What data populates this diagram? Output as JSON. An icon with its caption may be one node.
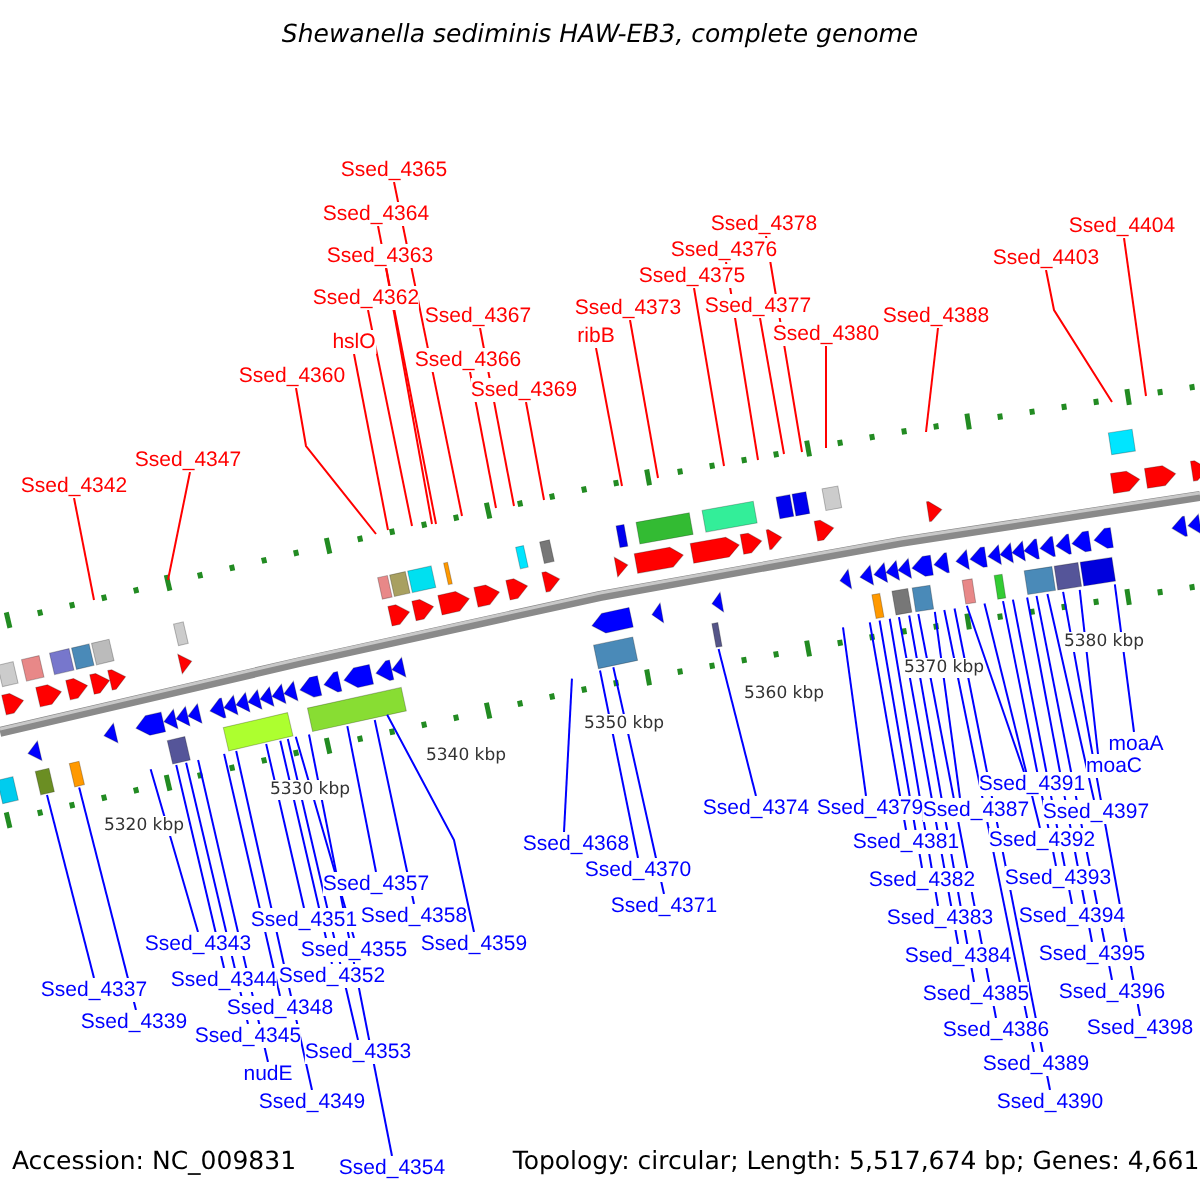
{
  "diagram": {
    "title": "Shewanella sediminis HAW-EB3, complete genome",
    "nodes": [
      {
        "text": [
          "Ssed_4365"
        ]
      },
      {
        "text": [
          "Ssed_4364"
        ]
      },
      {
        "text": [
          "Ssed_4378"
        ]
      },
      {
        "text": [
          "Ssed_4404"
        ]
      },
      {
        "text": [
          "Ssed_4376"
        ]
      },
      {
        "text": [
          "Ssed_4363"
        ]
      },
      {
        "text": [
          "Ssed_4403"
        ]
      },
      {
        "text": [
          "Ssed_4375"
        ]
      },
      {
        "text": [
          "Ssed_4362"
        ]
      },
      {
        "text": [
          "Ssed_4377"
        ]
      },
      {
        "text": [
          "Ssed_4373"
        ]
      },
      {
        "text": [
          "Ssed_4367"
        ]
      },
      {
        "text": [
          "Ssed_4388"
        ]
      },
      {
        "text": [
          "Ssed_4380"
        ]
      },
      {
        "text": [
          "ribB"
        ]
      },
      {
        "text": [
          "hslO"
        ]
      },
      {
        "text": [
          "Ssed_4366"
        ]
      },
      {
        "text": [
          "Ssed_4360"
        ]
      },
      {
        "text": [
          "Ssed_4369"
        ]
      },
      {
        "text": [
          "Ssed_4347"
        ]
      },
      {
        "text": [
          "Ssed_4342"
        ]
      },
      {
        "text": [
          "moaA"
        ]
      },
      {
        "text": [
          "moaC"
        ]
      },
      {
        "text": [
          "Ssed_4391"
        ]
      },
      {
        "text": [
          "Ssed_4374"
        ]
      },
      {
        "text": [
          "Ssed_4379"
        ]
      },
      {
        "text": [
          "Ssed_4387"
        ]
      },
      {
        "text": [
          "Ssed_4397"
        ]
      },
      {
        "text": [
          "Ssed_4392"
        ]
      },
      {
        "text": [
          "Ssed_4381"
        ]
      },
      {
        "text": [
          "Ssed_4368"
        ]
      },
      {
        "text": [
          "Ssed_4370"
        ]
      },
      {
        "text": [
          "Ssed_4393"
        ]
      },
      {
        "text": [
          "Ssed_4382"
        ]
      },
      {
        "text": [
          "Ssed_4357"
        ]
      },
      {
        "text": [
          "Ssed_4371"
        ]
      },
      {
        "text": [
          "Ssed_4351"
        ]
      },
      {
        "text": [
          "Ssed_4358"
        ]
      },
      {
        "text": [
          "Ssed_4383"
        ]
      },
      {
        "text": [
          "Ssed_4394"
        ]
      },
      {
        "text": [
          "Ssed_4343"
        ]
      },
      {
        "text": [
          "Ssed_4359"
        ]
      },
      {
        "text": [
          "Ssed_4355"
        ]
      },
      {
        "text": [
          "Ssed_4384"
        ]
      },
      {
        "text": [
          "Ssed_4395"
        ]
      },
      {
        "text": [
          "Ssed_4352"
        ]
      },
      {
        "text": [
          "Ssed_4344"
        ]
      },
      {
        "text": [
          "Ssed_4337"
        ]
      },
      {
        "text": [
          "Ssed_4385"
        ]
      },
      {
        "text": [
          "Ssed_4396"
        ]
      },
      {
        "text": [
          "Ssed_4348"
        ]
      },
      {
        "text": [
          "Ssed_4339"
        ]
      },
      {
        "text": [
          "Ssed_4398"
        ]
      },
      {
        "text": [
          "Ssed_4386"
        ]
      },
      {
        "text": [
          "Ssed_4345"
        ]
      },
      {
        "text": [
          "Ssed_4353"
        ]
      },
      {
        "text": [
          "Ssed_4389"
        ]
      },
      {
        "text": [
          "nudE"
        ]
      },
      {
        "text": [
          "Ssed_4349"
        ]
      },
      {
        "text": [
          "Ssed_4390"
        ]
      },
      {
        "text": [
          "Ssed_4354"
        ]
      }
    ],
    "edges": [
      {
        "from": 0,
        "to": null,
        "arrow": "none",
        "color": "#ff0000"
      },
      {
        "from": 1,
        "to": null,
        "arrow": "none",
        "color": "#ff0000"
      },
      {
        "from": 2,
        "to": null,
        "arrow": "none",
        "color": "#ff0000"
      },
      {
        "from": 3,
        "to": null,
        "arrow": "none",
        "color": "#ff0000"
      },
      {
        "from": 4,
        "to": null,
        "arrow": "none",
        "color": "#ff0000"
      },
      {
        "from": 5,
        "to": null,
        "arrow": "none",
        "color": "#ff0000"
      },
      {
        "from": 6,
        "to": null,
        "arrow": "none",
        "color": "#ff0000"
      },
      {
        "from": 7,
        "to": null,
        "arrow": "none",
        "color": "#ff0000"
      },
      {
        "from": 8,
        "to": null,
        "arrow": "none",
        "color": "#ff0000"
      },
      {
        "from": 9,
        "to": null,
        "arrow": "none",
        "color": "#ff0000"
      },
      {
        "from": 10,
        "to": null,
        "arrow": "none",
        "color": "#ff0000"
      },
      {
        "from": 11,
        "to": null,
        "arrow": "none",
        "color": "#ff0000"
      },
      {
        "from": 12,
        "to": null,
        "arrow": "none",
        "color": "#ff0000"
      },
      {
        "from": 13,
        "to": null,
        "arrow": "none",
        "color": "#ff0000"
      },
      {
        "from": 14,
        "to": null,
        "arrow": "none",
        "color": "#ff0000"
      },
      {
        "from": 15,
        "to": null,
        "arrow": "none",
        "color": "#ff0000"
      },
      {
        "from": 16,
        "to": null,
        "arrow": "none",
        "color": "#ff0000"
      },
      {
        "from": 17,
        "to": null,
        "arrow": "none",
        "color": "#ff0000"
      },
      {
        "from": 18,
        "to": null,
        "arrow": "none",
        "color": "#ff0000"
      },
      {
        "from": 19,
        "to": null,
        "arrow": "none",
        "color": "#ff0000"
      },
      {
        "from": 20,
        "to": null,
        "arrow": "none",
        "color": "#ff0000"
      },
      {
        "from": 21,
        "to": null,
        "arrow": "none"
      },
      {
        "from": 22,
        "to": null,
        "arrow": "none"
      },
      {
        "from": 23,
        "to": null,
        "arrow": "none"
      },
      {
        "from": 24,
        "to": null,
        "arrow": "none"
      },
      {
        "from": 25,
        "to": null,
        "arrow": "none"
      },
      {
        "from": 26,
        "to": null,
        "arrow": "none"
      },
      {
        "from": 27,
        "to": null,
        "arrow": "none"
      },
      {
        "from": 28,
        "to": null,
        "arrow": "none"
      },
      {
        "from": 29,
        "to": null,
        "arrow": "none"
      },
      {
        "from": 30,
        "to": null,
        "arrow": "none"
      },
      {
        "from": 31,
        "to": null,
        "arrow": "none"
      },
      {
        "from": 32,
        "to": null,
        "arrow": "none"
      },
      {
        "from": 33,
        "to": null,
        "arrow": "none"
      },
      {
        "from": 34,
        "to": null,
        "arrow": "none"
      },
      {
        "from": 35,
        "to": null,
        "arrow": "none"
      },
      {
        "from": 36,
        "to": null,
        "arrow": "none"
      },
      {
        "from": 37,
        "to": null,
        "arrow": "none"
      },
      {
        "from": 38,
        "to": null,
        "arrow": "none"
      },
      {
        "from": 39,
        "to": null,
        "arrow": "none"
      },
      {
        "from": 40,
        "to": null,
        "arrow": "none"
      },
      {
        "from": 41,
        "to": null,
        "arrow": "none"
      },
      {
        "from": 42,
        "to": null,
        "arrow": "none"
      },
      {
        "from": 43,
        "to": null,
        "arrow": "none"
      },
      {
        "from": 44,
        "to": null,
        "arrow": "none"
      },
      {
        "from": 45,
        "to": null,
        "arrow": "none"
      },
      {
        "from": 46,
        "to": null,
        "arrow": "none"
      },
      {
        "from": 47,
        "to": null,
        "arrow": "none"
      },
      {
        "from": 48,
        "to": null,
        "arrow": "none"
      },
      {
        "from": 49,
        "to": null,
        "arrow": "none"
      },
      {
        "from": 50,
        "to": null,
        "arrow": "none"
      },
      {
        "from": 51,
        "to": null,
        "arrow": "none"
      },
      {
        "from": 52,
        "to": null,
        "arrow": "none"
      },
      {
        "from": 53,
        "to": null,
        "arrow": "none"
      },
      {
        "from": 54,
        "to": null,
        "arrow": "none"
      },
      {
        "from": 55,
        "to": null,
        "arrow": "none"
      },
      {
        "from": 56,
        "to": null,
        "arrow": "none"
      },
      {
        "from": 57,
        "to": null,
        "arrow": "none"
      },
      {
        "from": 58,
        "to": null,
        "arrow": "none"
      },
      {
        "from": 59,
        "to": null,
        "arrow": "none"
      },
      {
        "from": 60,
        "to": null,
        "arrow": "none"
      }
    ],
    "labels": [
      "5320 kbp",
      "5330 kbp",
      "5340 kbp",
      "5350 kbp",
      "5360 kbp",
      "5370 kbp",
      "5380 kbp",
      "Accession: NC_009831",
      "Topology: circular; Length: 5,517,674 bp; Genes: 4,661"
    ]
  }
}
